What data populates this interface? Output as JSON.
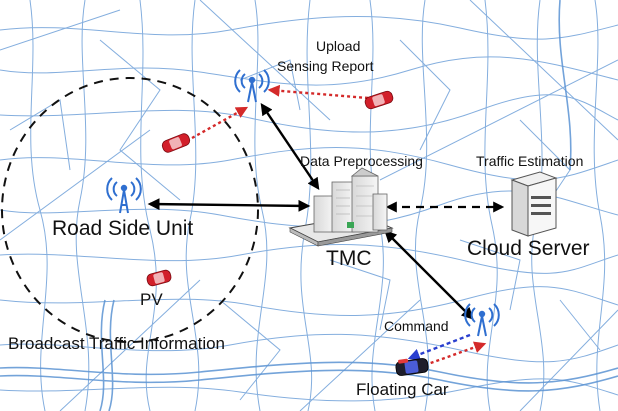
{
  "labels": {
    "upload": "Upload",
    "sensing_report": "Sensing Report",
    "data_preprocessing": "Data Preprocessing",
    "traffic_estimation": "Traffic Estimation",
    "road_side_unit": "Road Side Unit",
    "tmc": "TMC",
    "cloud_server": "Cloud Server",
    "pv": "PV",
    "broadcast": "Broadcast Traffic Information",
    "command": "Command",
    "floating_car": "Floating Car"
  },
  "colors": {
    "road": "#5b93d3",
    "report_arrow": "#d42a2a",
    "command_arrow": "#2a3fcf",
    "arrow": "#000000",
    "car": "#d21f2a",
    "tower": "#2f6fd0"
  }
}
